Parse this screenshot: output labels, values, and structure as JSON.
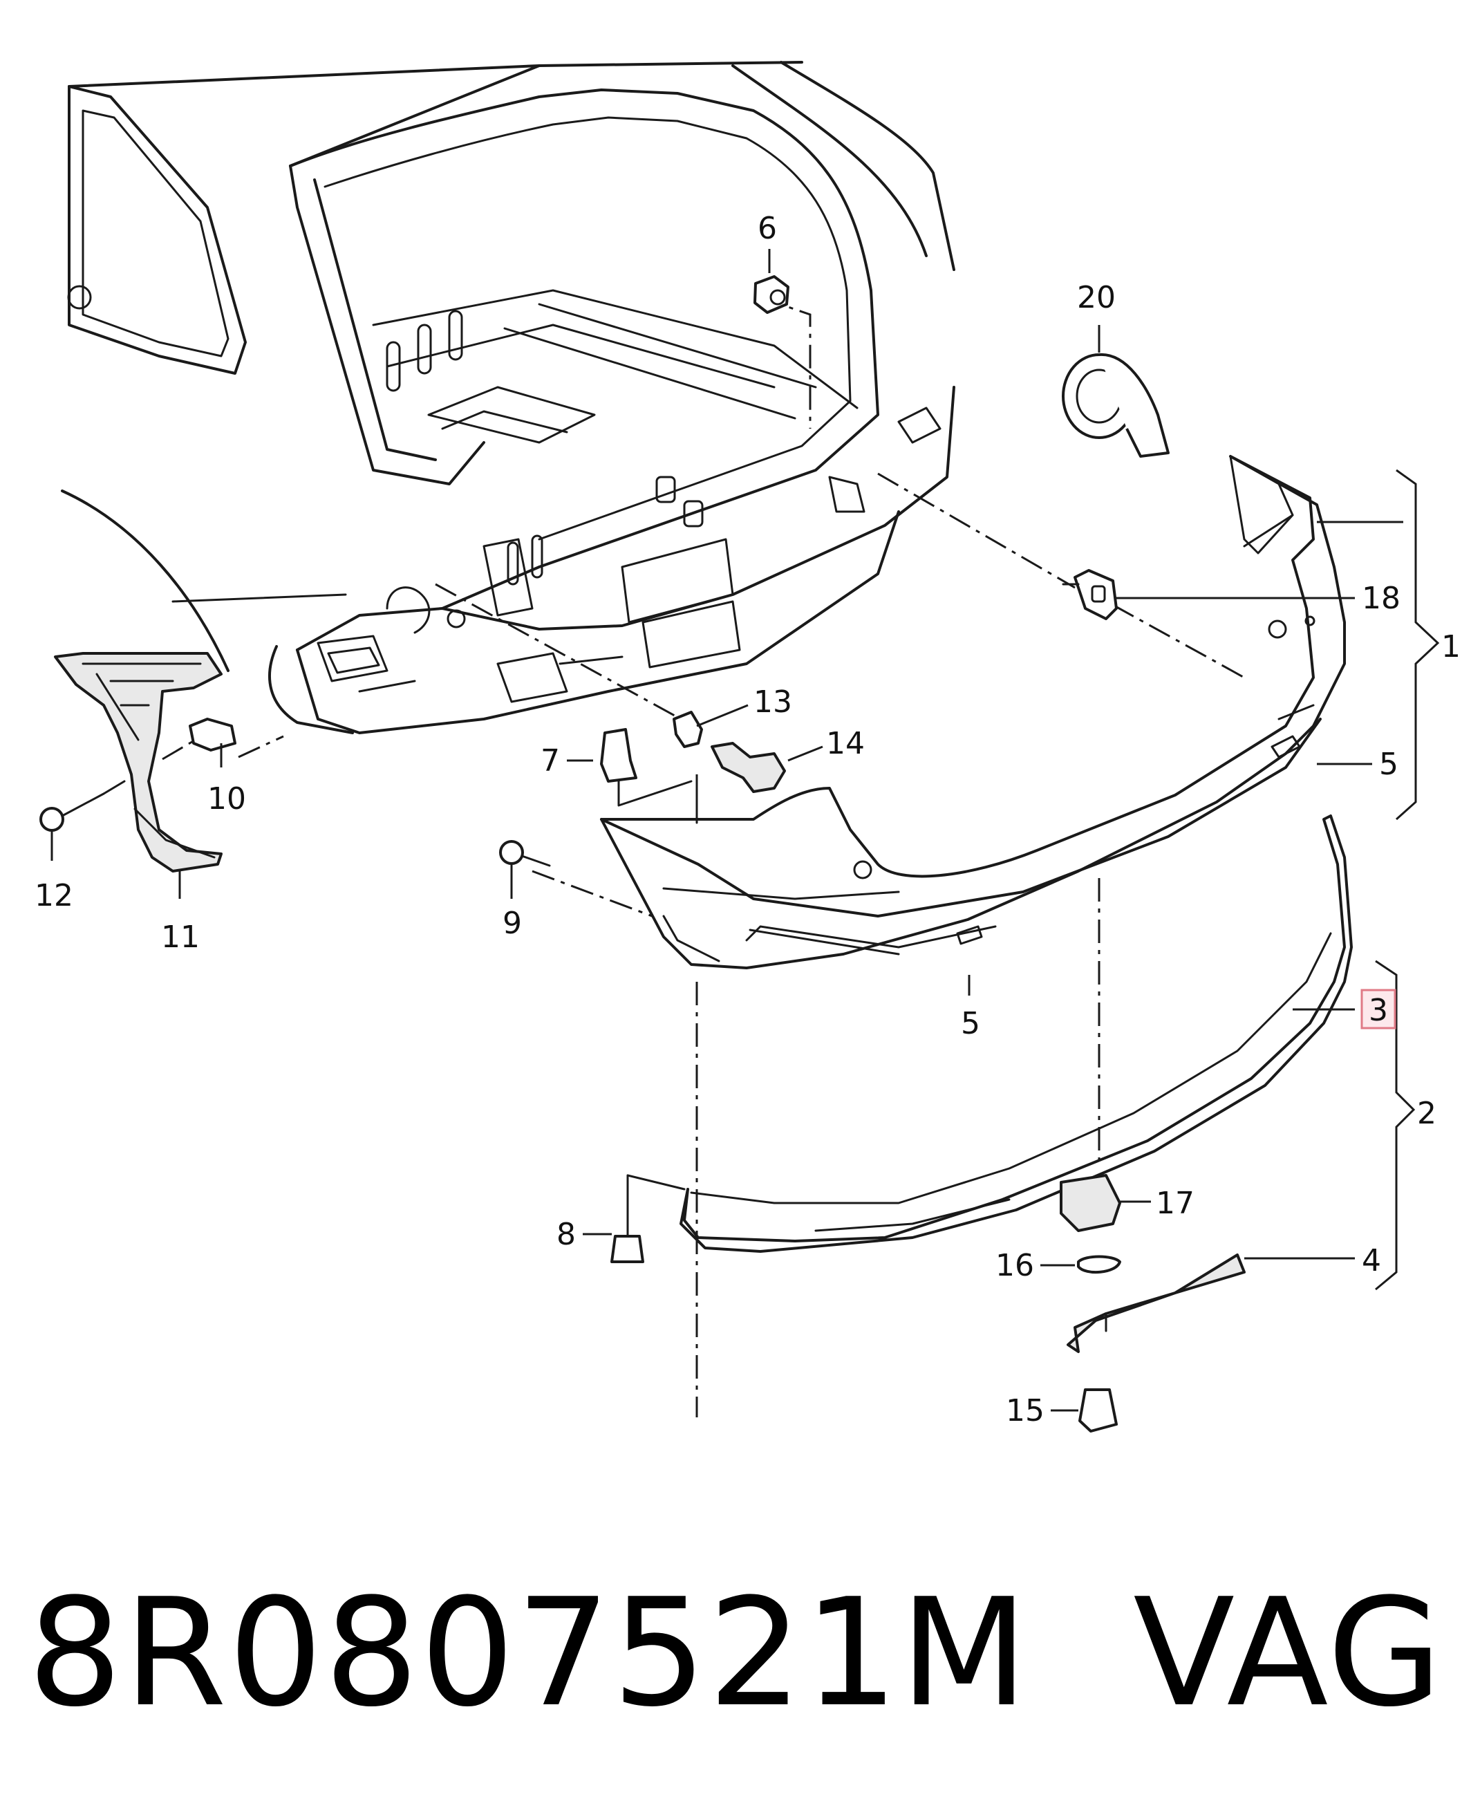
{
  "diagram": {
    "callouts": {
      "c1": "1",
      "c2": "2",
      "c3": "3",
      "c4": "4",
      "c5a": "5",
      "c5b": "5",
      "c6": "6",
      "c7": "7",
      "c8": "8",
      "c9": "9",
      "c10": "10",
      "c11": "11",
      "c12": "12",
      "c13": "13",
      "c14": "14",
      "c15": "15",
      "c16": "16",
      "c17": "17",
      "c18": "18",
      "c20": "20"
    },
    "highlight_color": "#e07a86"
  },
  "footer": {
    "part_number": "8R0807521M",
    "brand": "VAG"
  }
}
